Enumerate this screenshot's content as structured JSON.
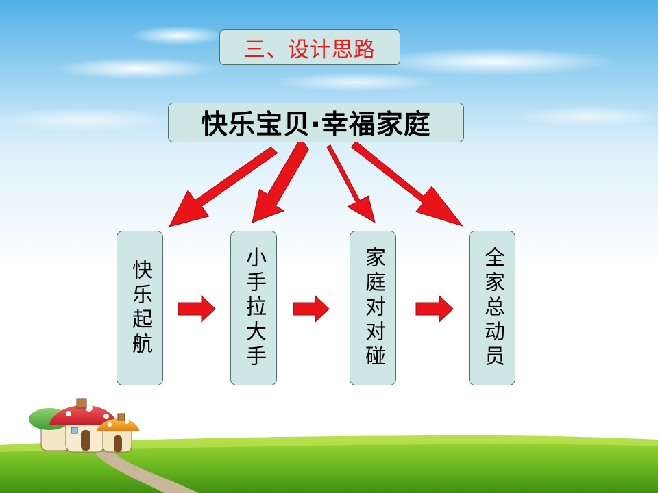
{
  "section_title": "三、设计思路",
  "main_title": "快乐宝贝·幸福家庭",
  "steps": [
    {
      "label": "快乐起航"
    },
    {
      "label": "小手拉大手"
    },
    {
      "label": "家庭对对碰"
    },
    {
      "label": "全家总动员"
    }
  ],
  "colors": {
    "box_fill": "#cfe7e4",
    "box_border": "#4f6f6f",
    "arrow": "#e8141a",
    "section_title_text": "#e61b1b"
  }
}
